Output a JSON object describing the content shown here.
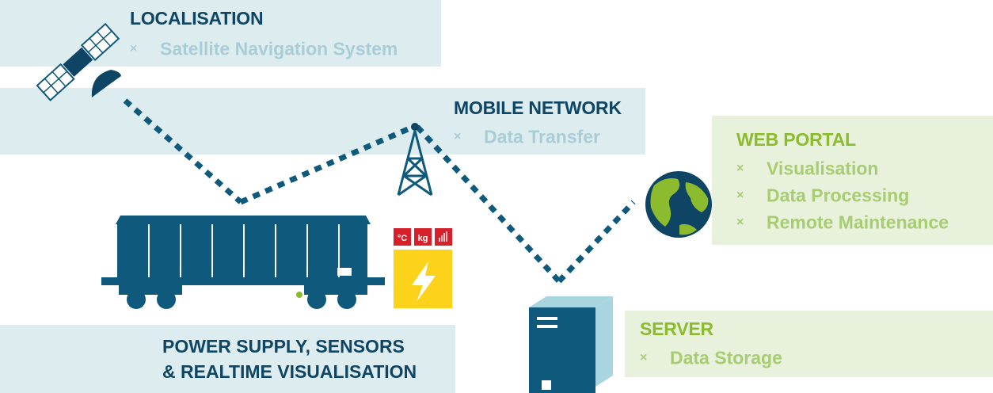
{
  "localisation": {
    "title": "LOCALISATION",
    "items": [
      "Satellite Navigation System"
    ]
  },
  "mobile_network": {
    "title": "MOBILE NETWORK",
    "items": [
      "Data Transfer"
    ]
  },
  "web_portal": {
    "title": "WEB PORTAL",
    "items": [
      "Visualisation",
      "Data Processing",
      "Remote Maintenance"
    ]
  },
  "server": {
    "title": "SERVER",
    "items": [
      "Data Storage"
    ]
  },
  "power_supply": {
    "lines": [
      "POWER SUPPLY, SENSORS",
      "& REALTIME VISUALISATION"
    ]
  },
  "sensor_icons": {
    "temperature": "°C",
    "weight": "kg",
    "signal": "signal-bars-icon"
  },
  "bullet_marker": "×",
  "icons": [
    "satellite-icon",
    "antenna-tower-icon",
    "globe-icon",
    "freight-wagon-icon",
    "power-lightning-icon",
    "server-tower-icon"
  ],
  "colors": {
    "navy": "#0e4565",
    "teal_dark": "#0f5a7c",
    "light_blue_band": "#dcecef",
    "light_green_band": "#e7f1dc",
    "green_text": "#8dbb2e",
    "yellow": "#fdd21a",
    "red": "#d8202a",
    "globe_green": "#8dbb2e"
  }
}
